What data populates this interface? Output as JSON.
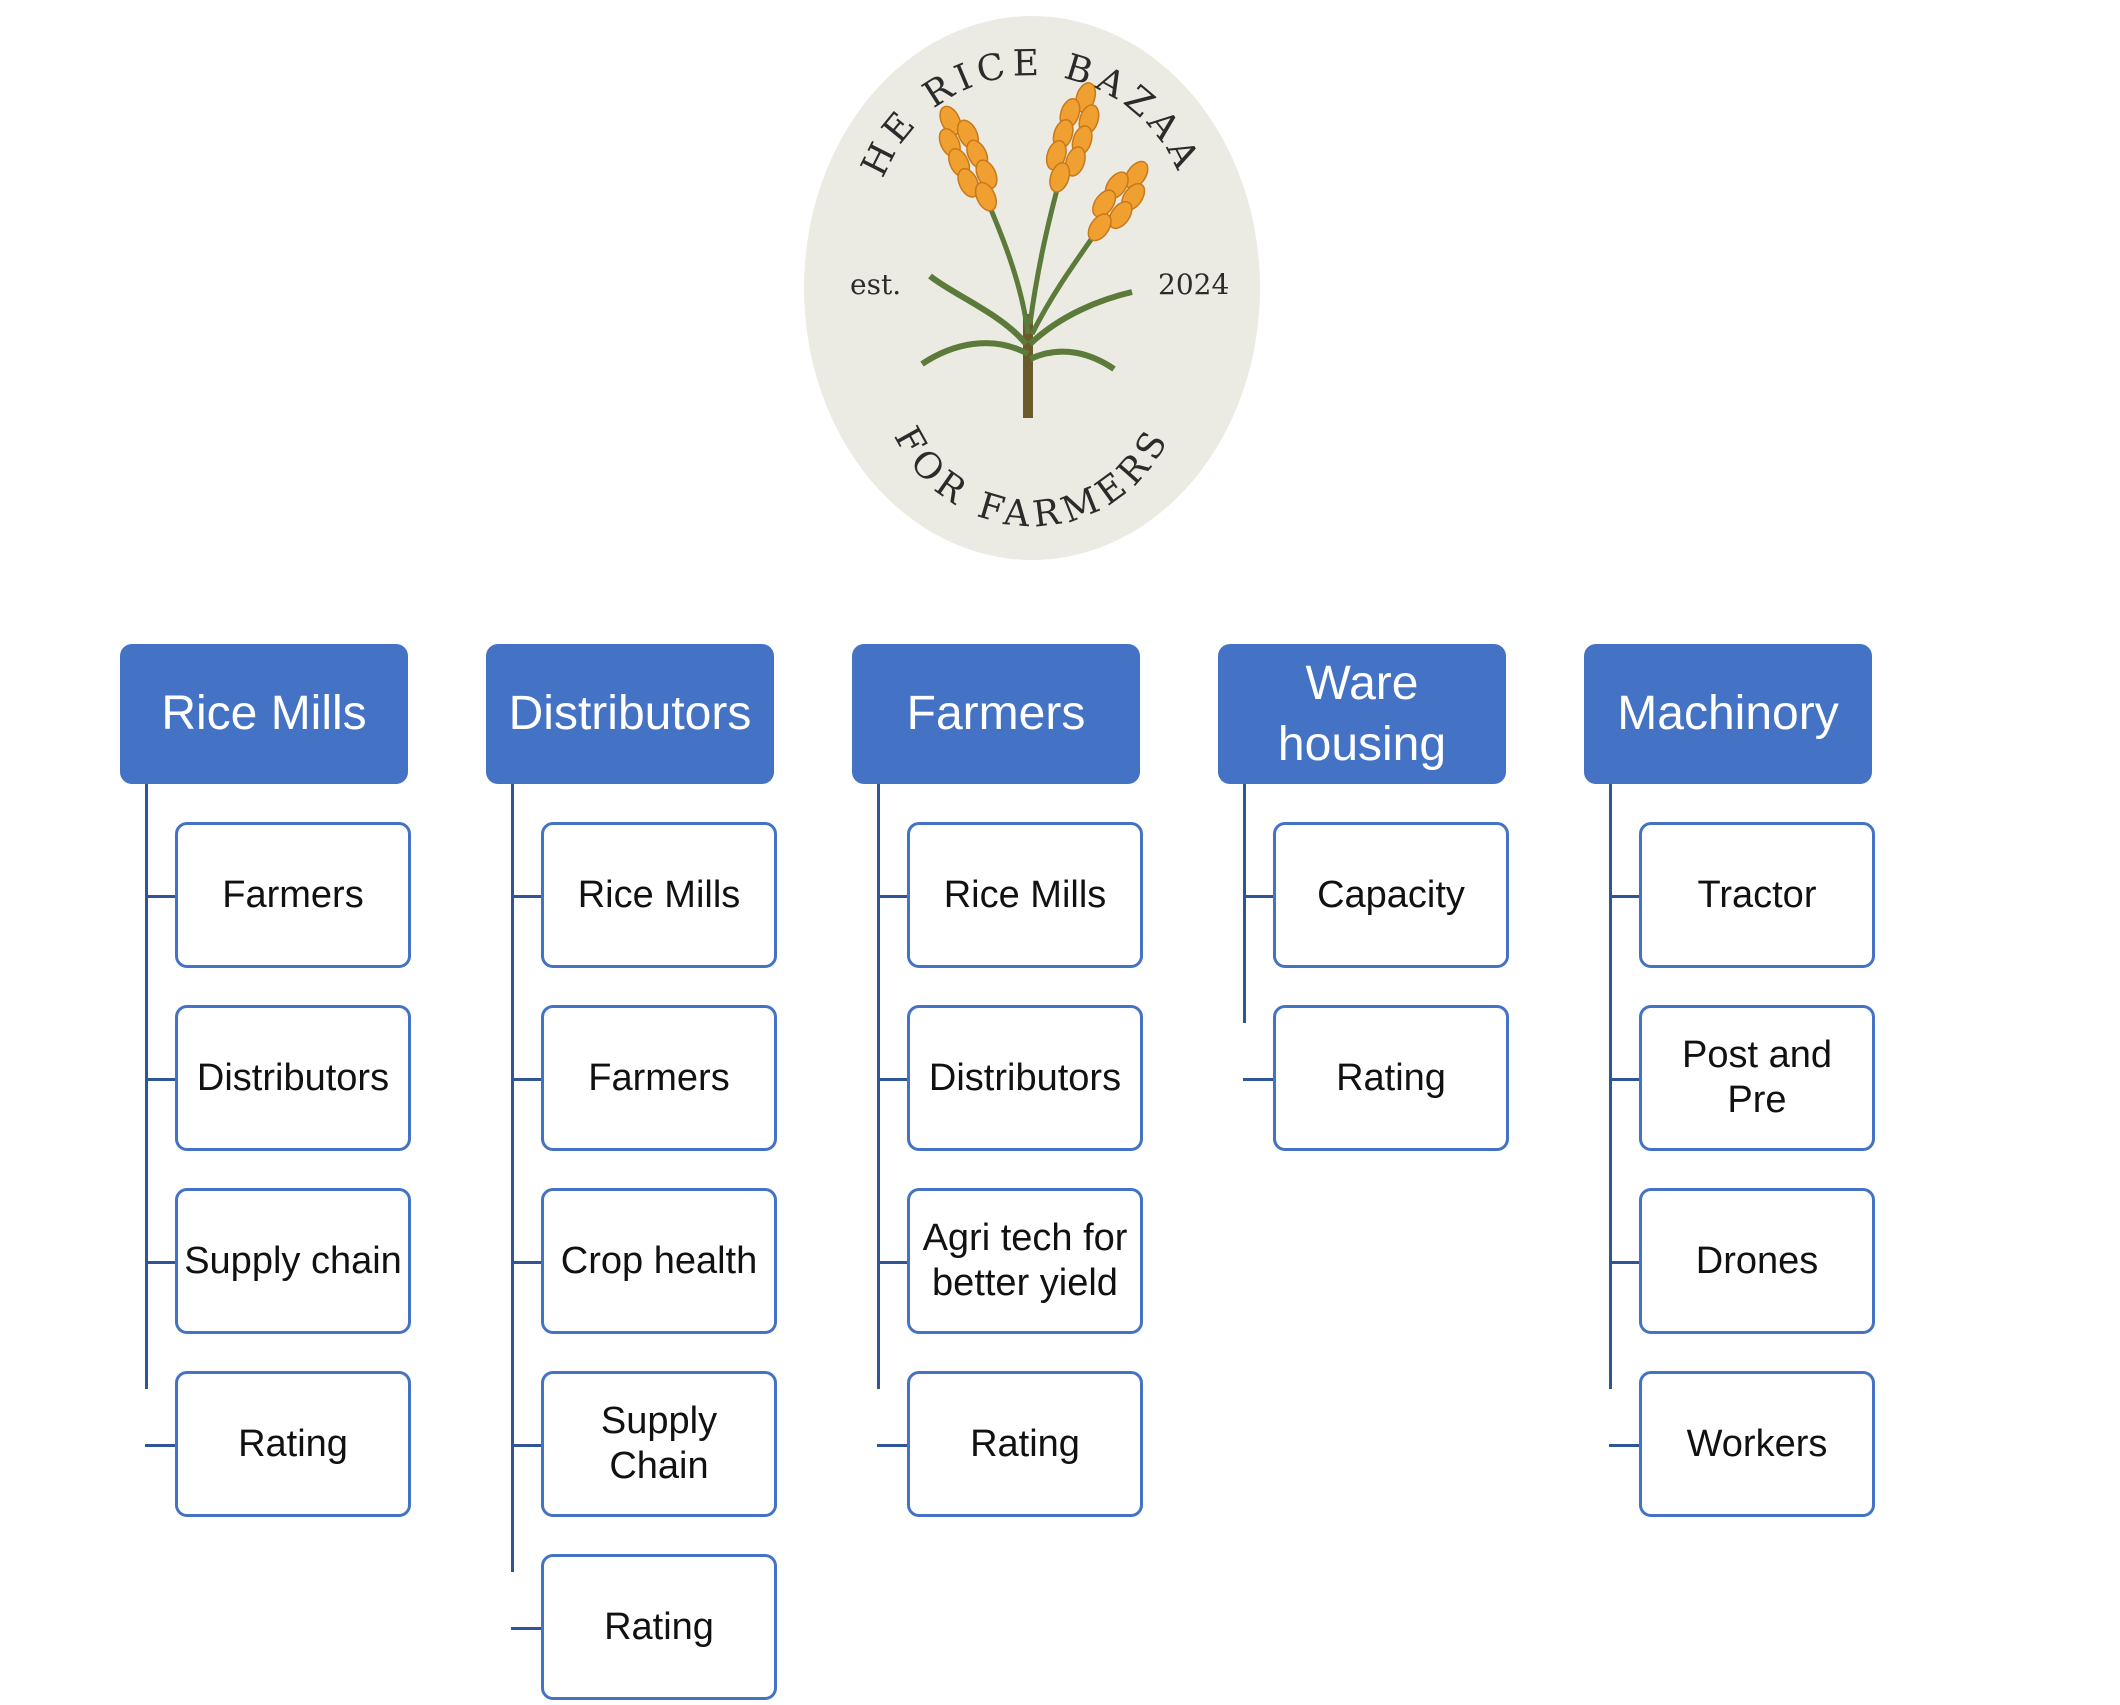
{
  "logo": {
    "top_text": "THE RICE BAZAAR",
    "bottom_text": "FOR FARMERS",
    "left_text": "est.",
    "right_text": "2024"
  },
  "columns": [
    {
      "header": "Rice Mills",
      "children": [
        "Farmers",
        "Distributors",
        "Supply chain",
        "Rating"
      ]
    },
    {
      "header": "Distributors",
      "children": [
        "Rice Mills",
        "Farmers",
        "Crop health",
        "Supply Chain",
        "Rating"
      ]
    },
    {
      "header": "Farmers",
      "children": [
        "Rice Mills",
        "Distributors",
        "Agri tech for better yield",
        "Rating"
      ]
    },
    {
      "header": "Ware housing",
      "children": [
        "Capacity",
        "Rating"
      ]
    },
    {
      "header": "Machinory",
      "children": [
        "Tractor",
        "Post and Pre",
        "Drones",
        "Workers"
      ]
    }
  ],
  "colors": {
    "header_fill": "#4472c4",
    "child_border": "#4472c4",
    "connector": "#2f5597",
    "logo_bg": "#ebebe3",
    "logo_text": "#2b2b2b",
    "grain": "#f0a030",
    "stem": "#5c7a3a"
  }
}
